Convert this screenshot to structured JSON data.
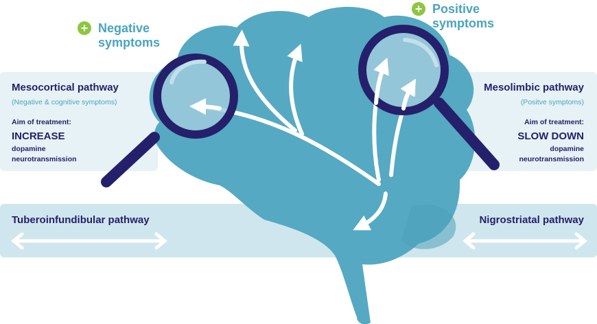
{
  "negative_symptoms": {
    "label_line1": "Negative",
    "label_line2": "symptoms",
    "plus": "+"
  },
  "positive_symptoms": {
    "label_line1": "Positive",
    "label_line2": "symptoms",
    "plus": "+"
  },
  "mesocortical": {
    "title": "Mesocortical pathway",
    "subtitle": "(Negative & cognitive symptoms)",
    "aim_label": "Aim of treatment:",
    "aim_value": "INCREASE",
    "aim_detail_line1": "dopamine",
    "aim_detail_line2": "neurotransmission"
  },
  "mesolimbic": {
    "title": "Mesolimbic pathway",
    "subtitle": "(Positve symptoms)",
    "aim_label": "Aim of treatment:",
    "aim_value": "SLOW DOWN",
    "aim_detail_line1": "dopamine",
    "aim_detail_line2": "neurotransmission"
  },
  "tuberoinfundibular": {
    "title": "Tuberoinfundibular pathway"
  },
  "nigrostriatal": {
    "title": "Nigrostriatal pathway"
  },
  "colors": {
    "brain": "#55a9c2",
    "navy": "#25206b",
    "teal_text": "#4aa3bf",
    "green": "#8dc63f",
    "panel_light": "#e6f2f5",
    "panel_band": "#cfe6ee"
  }
}
